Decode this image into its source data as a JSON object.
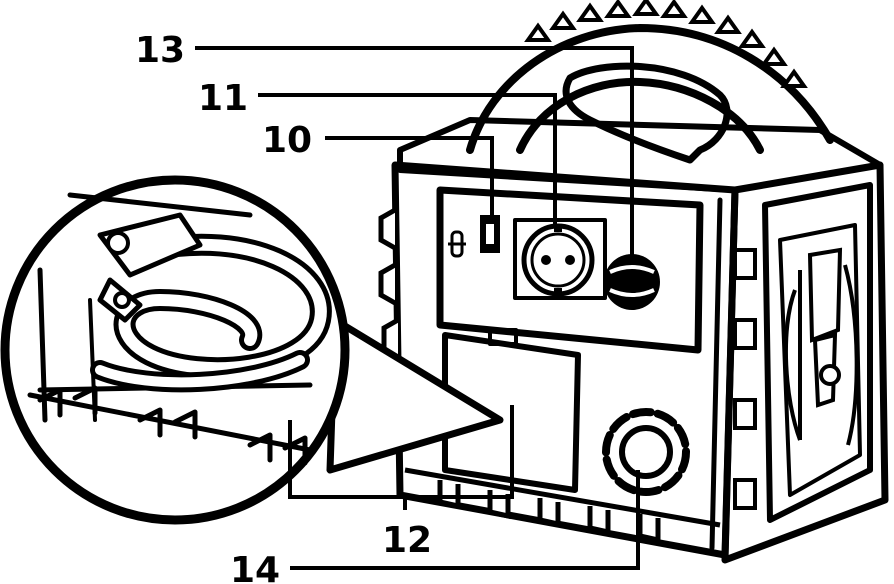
{
  "figure": {
    "subject": "portable-power-station-line-drawing",
    "line_color": "#000000",
    "background_color": "#ffffff",
    "callouts": [
      {
        "id": "13",
        "label": "13"
      },
      {
        "id": "11",
        "label": "11"
      },
      {
        "id": "10",
        "label": "10"
      },
      {
        "id": "12",
        "label": "12"
      },
      {
        "id": "14",
        "label": "14"
      }
    ]
  }
}
